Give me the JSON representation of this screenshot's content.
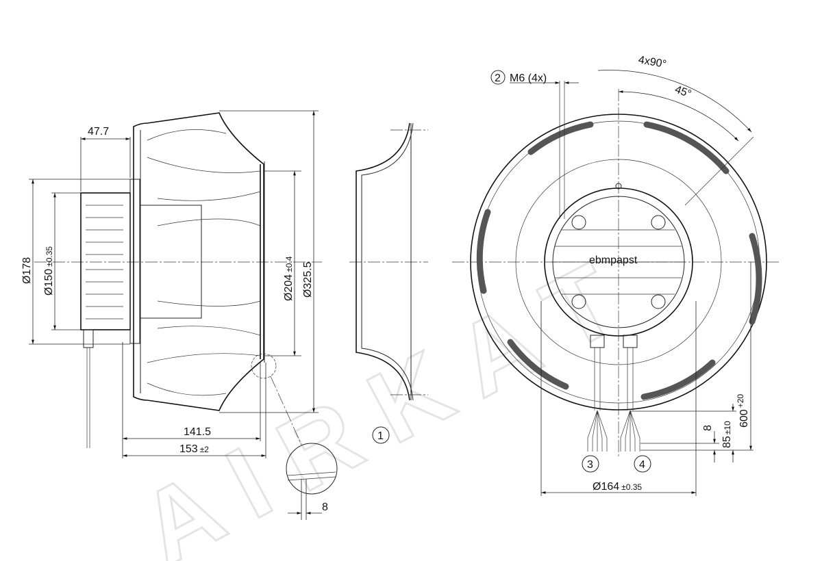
{
  "watermark": "AIRKAT",
  "logo_text": "ebmpapst",
  "side_view": {
    "dim_width_motor": "47.7",
    "dim_dia_outer_motor": "Ø178",
    "dim_dia_motor": "Ø150",
    "dim_dia_motor_tol": "±0.35",
    "dim_dia_inlet": "Ø204",
    "dim_dia_inlet_tol": "±0.4",
    "dim_dia_impeller": "Ø325.5",
    "dim_length_1": "141.5",
    "dim_length_2": "153",
    "dim_length_2_tol": "±2",
    "detail_dim": "8"
  },
  "inlet_ring": {
    "callout": "1"
  },
  "front_view": {
    "callout_mount": "2",
    "mount_label": "M6 (4x)",
    "angle_pattern": "4x90°",
    "angle_offset": "45°",
    "callout_cable_a": "3",
    "callout_cable_b": "4",
    "dim_bolt_circle": "Ø164",
    "dim_bolt_circle_tol": "±0.35",
    "dim_strip": "8",
    "dim_wire": "85",
    "dim_wire_tol": "±10",
    "dim_cable": "600",
    "dim_cable_tol": "+20"
  }
}
